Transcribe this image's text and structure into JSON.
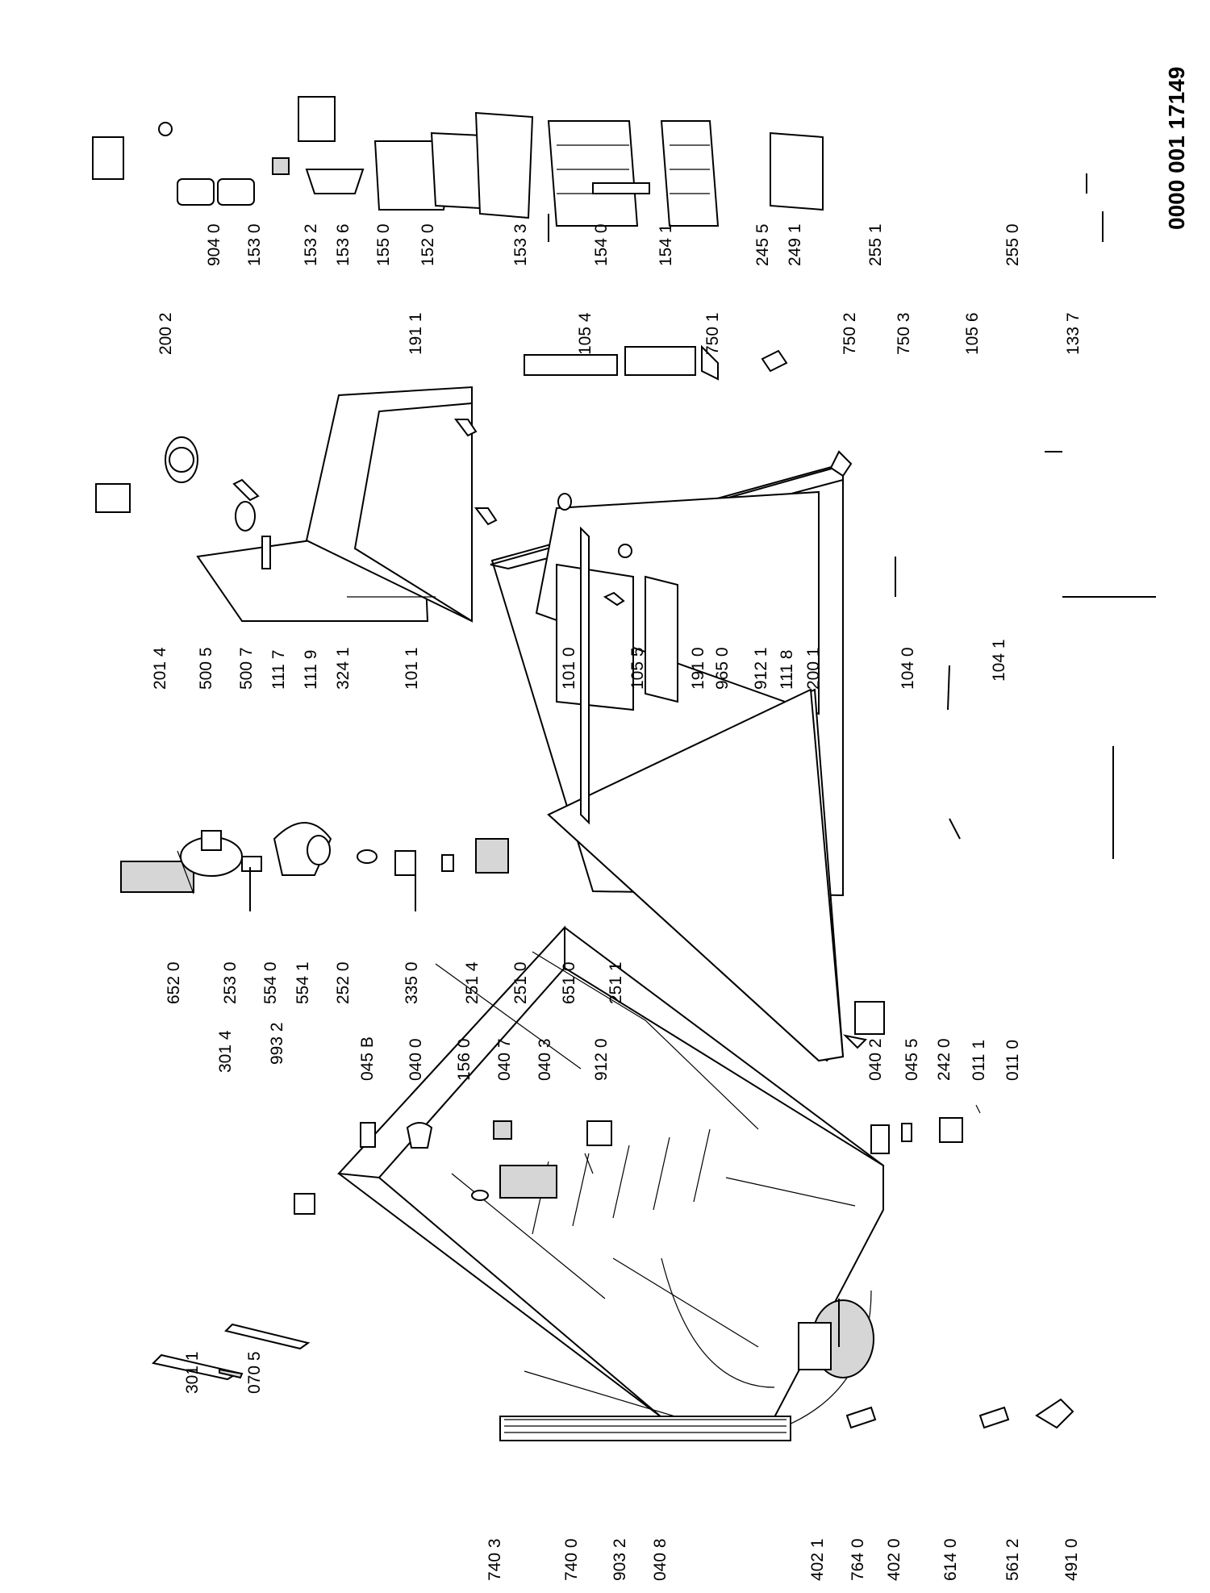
{
  "drawing_number": "0000 001 17149",
  "labels": {
    "p3011": "301 1",
    "p0705": "070 5",
    "p3014": "301 4",
    "p9932": "993 2",
    "p045b": "045 B",
    "p0400": "040 0",
    "p1560": "156 0",
    "p0407": "040 7",
    "p0403": "040 3",
    "p9120": "912 0",
    "p0402": "040 2",
    "p0455": "045 5",
    "p2420": "242 0",
    "p0111": "011 1",
    "p0110": "011 0",
    "p7403": "740 3",
    "p7400": "740 0",
    "p9032": "903 2",
    "p0408": "040 8",
    "p4021": "402 1",
    "p7640": "764 0",
    "p4020": "402 0",
    "p6140": "614 0",
    "p5612": "561 2",
    "p4910": "491 0",
    "p6520": "652 0",
    "p2530": "253 0",
    "p5540": "554 0",
    "p5541": "554 1",
    "p2520": "252 0",
    "p3350": "335 0",
    "p2514": "251 4",
    "p2510": "251 0",
    "p6510": "651 0",
    "p2511": "251 1",
    "p2014": "201 4",
    "p5005": "500 5",
    "p5007": "500 7",
    "p1117": "111 7",
    "p1119": "111 9",
    "p3241": "324 1",
    "p1011": "101 1",
    "p1010": "101 0",
    "p1055": "105 5",
    "p1910": "191 0",
    "p9650": "965 0",
    "p9121": "912 1",
    "p1118": "111 8",
    "p2001": "200 1",
    "p1040": "104 0",
    "p1041": "104 1",
    "p2002": "200 2",
    "p1911": "191 1",
    "p1054": "105 4",
    "p7501": "750 1",
    "p7502": "750 2",
    "p7503": "750 3",
    "p1056": "105 6",
    "p1337": "133 7",
    "p9040": "904 0",
    "p1530": "153 0",
    "p1532": "153 2",
    "p1536": "153 6",
    "p1550": "155 0",
    "p1520": "152 0",
    "p1533": "153 3",
    "p1540": "154 0",
    "p1541": "154 1",
    "p2455": "245 5",
    "p2491": "249 1",
    "p2551": "255 1",
    "p2550": "255 0"
  },
  "icons": [
    "refrigerator-cabinet",
    "compressor",
    "door-panel",
    "drawer",
    "shelf",
    "door-balcony",
    "thermostat"
  ]
}
